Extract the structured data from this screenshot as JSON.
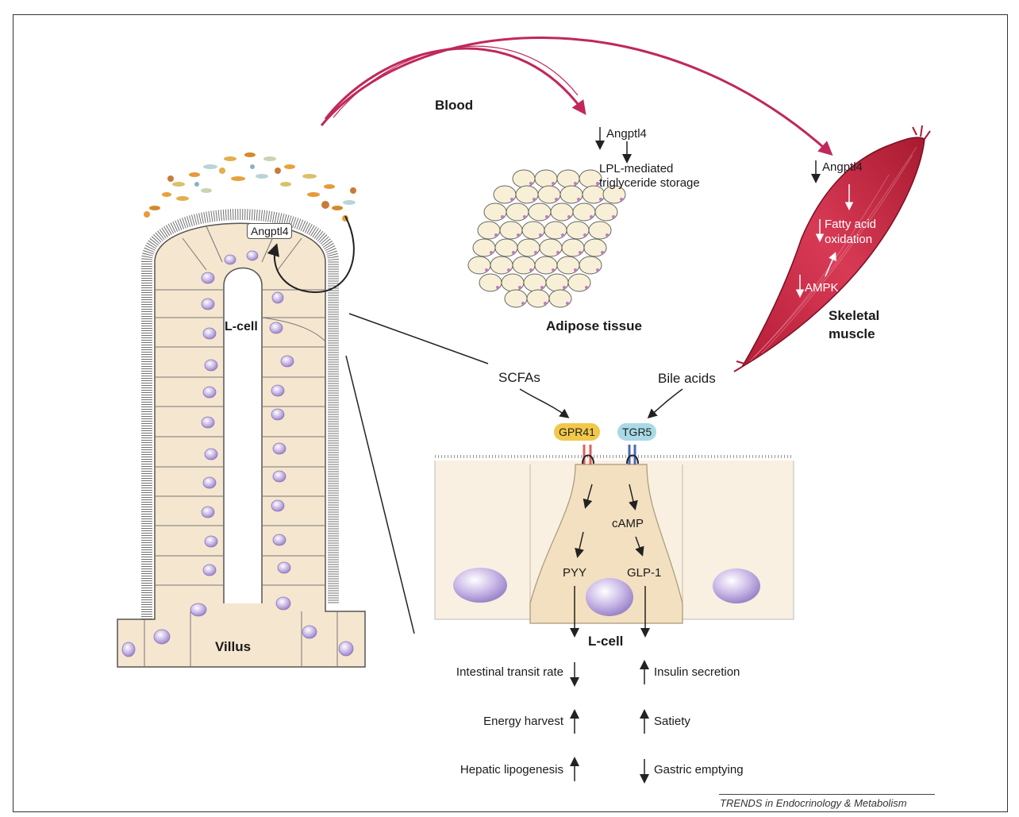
{
  "labels": {
    "blood": "Blood",
    "adipose_angptl4": "Angptl4",
    "lpl_line1": "LPL-mediated",
    "lpl_line2": "triglyceride storage",
    "adipose_tissue": "Adipose tissue",
    "muscle_angptl4": "Angptl4",
    "fatty_acid_line1": "Fatty acid",
    "fatty_acid_line2": "oxidation",
    "ampk": "AMPK",
    "skeletal_line1": "Skeletal",
    "skeletal_line2": "muscle",
    "villus_angptl4": "Angptl4",
    "villus_lcell": "L-cell",
    "villus": "Villus",
    "scfas": "SCFAs",
    "bile_acids": "Bile acids",
    "gpr41": "GPR41",
    "tgr5": "TGR5",
    "camp": "cAMP",
    "pyy": "PYY",
    "glp1": "GLP-1",
    "lcell_main": "L-cell",
    "credit": "TRENDS in Endocrinology & Metabolism"
  },
  "effects_left": [
    {
      "text": "Intestinal transit rate",
      "direction": "down"
    },
    {
      "text": "Energy harvest",
      "direction": "up"
    },
    {
      "text": "Hepatic lipogenesis",
      "direction": "up"
    }
  ],
  "effects_right": [
    {
      "text": "Insulin secretion",
      "direction": "up"
    },
    {
      "text": "Satiety",
      "direction": "up"
    },
    {
      "text": "Gastric emptying",
      "direction": "down"
    }
  ],
  "colors": {
    "blood_arrow": "#c0285a",
    "muscle": "#c0203e",
    "cell_fill": "#f5e6cf",
    "nucleus": "#b9a6d9",
    "gpr41": "#f2c84b",
    "tgr5": "#a8d9e6"
  },
  "icons": [
    "arrow-down-icon",
    "arrow-up-icon"
  ]
}
